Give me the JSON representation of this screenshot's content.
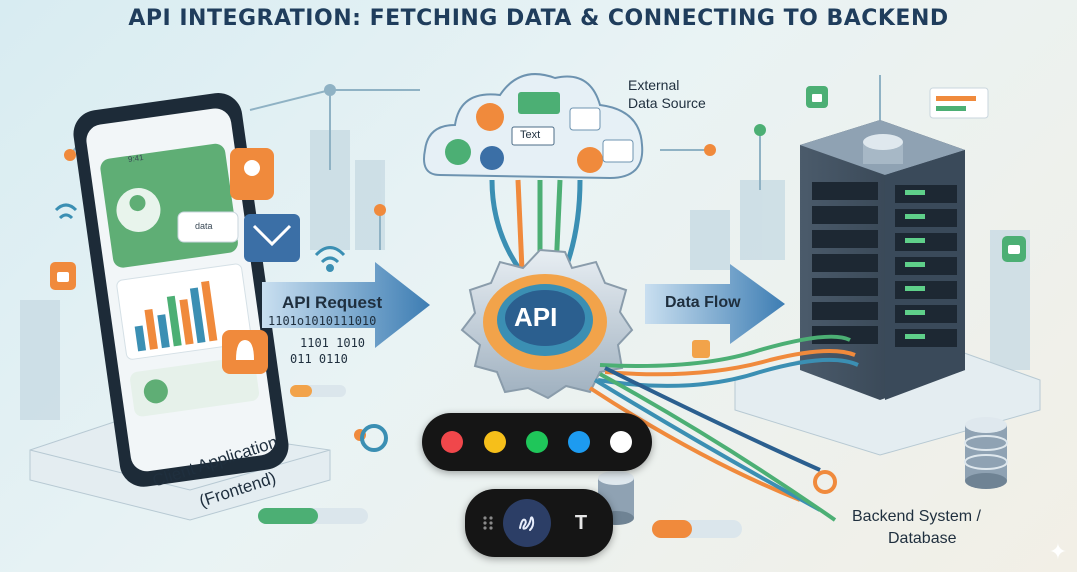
{
  "title": "API INTEGRATION: FETCHING DATA & CONNECTING TO BACKEND",
  "labels": {
    "client_line1": "Client Application",
    "client_line2": "(Frontend)",
    "api_request": "API Request",
    "binary_line1": "1101o1010111010",
    "binary_line2": "1101  1010",
    "binary_line3": "011    0110",
    "api": "API",
    "data_flow": "Data Flow",
    "external_line1": "External",
    "external_line2": "Data Source",
    "cloud_text": "Text",
    "backend_line1": "Backend System /",
    "backend_line2": "Database",
    "phone_time": "9:41",
    "phone_card": "data"
  },
  "toolbar": {
    "colors": [
      {
        "name": "red",
        "hex": "#f0474b"
      },
      {
        "name": "yellow",
        "hex": "#f6bf1a"
      },
      {
        "name": "green",
        "hex": "#1fc65a"
      },
      {
        "name": "blue",
        "hex": "#1d9bf0"
      },
      {
        "name": "white",
        "hex": "#ffffff"
      }
    ],
    "tools": {
      "grip_icon": "drag-handle-icon",
      "pen_icon": "pen-scribble-icon",
      "text_label": "T"
    }
  },
  "accent": {
    "navy": "#1f3d5c",
    "orange": "#f08a3c",
    "green": "#4caf74",
    "teal": "#3b8fb3"
  }
}
